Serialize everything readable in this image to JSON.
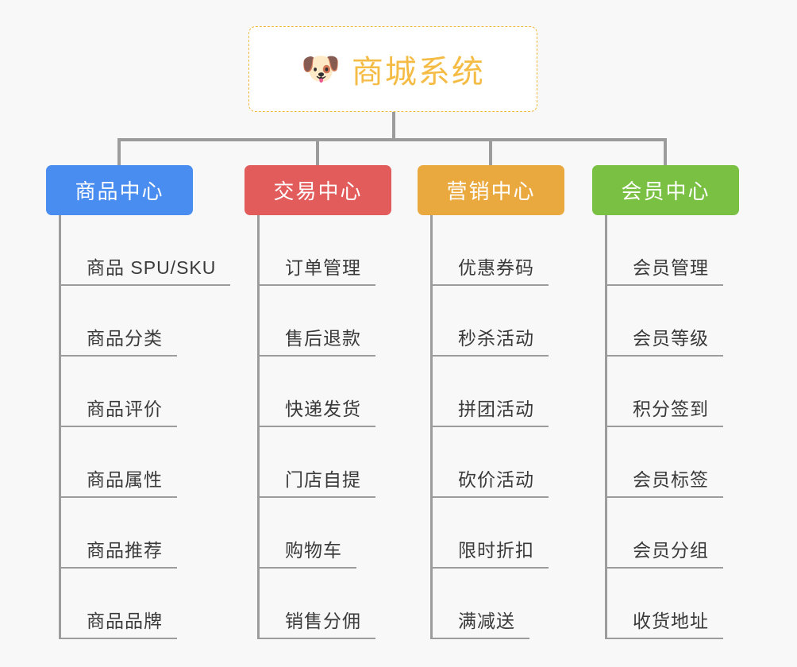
{
  "diagram": {
    "type": "org-chart",
    "background_color": "#f8f8f8",
    "root": {
      "icon": "shiba-dog-face-icon",
      "emoji": "🐶",
      "title": "商城系统",
      "text_color": "#f5bc45",
      "border_color": "#f0b93c",
      "border_style": "dashed",
      "background_color": "#ffffff"
    },
    "connector_color": "#9c9c9c",
    "columns": [
      {
        "title": "商品中心",
        "color": "#4a8df0",
        "items": [
          "商品 SPU/SKU",
          "商品分类",
          "商品评价",
          "商品属性",
          "商品推荐",
          "商品品牌"
        ]
      },
      {
        "title": "交易中心",
        "color": "#e25c5c",
        "items": [
          "订单管理",
          "售后退款",
          "快递发货",
          "门店自提",
          "购物车",
          "销售分佣"
        ]
      },
      {
        "title": "营销中心",
        "color": "#eaa93f",
        "items": [
          "优惠券码",
          "秒杀活动",
          "拼团活动",
          "砍价活动",
          "限时折扣",
          "满减送"
        ]
      },
      {
        "title": "会员中心",
        "color": "#7ac143",
        "items": [
          "会员管理",
          "会员等级",
          "积分签到",
          "会员标签",
          "会员分组",
          "收货地址"
        ]
      }
    ]
  }
}
